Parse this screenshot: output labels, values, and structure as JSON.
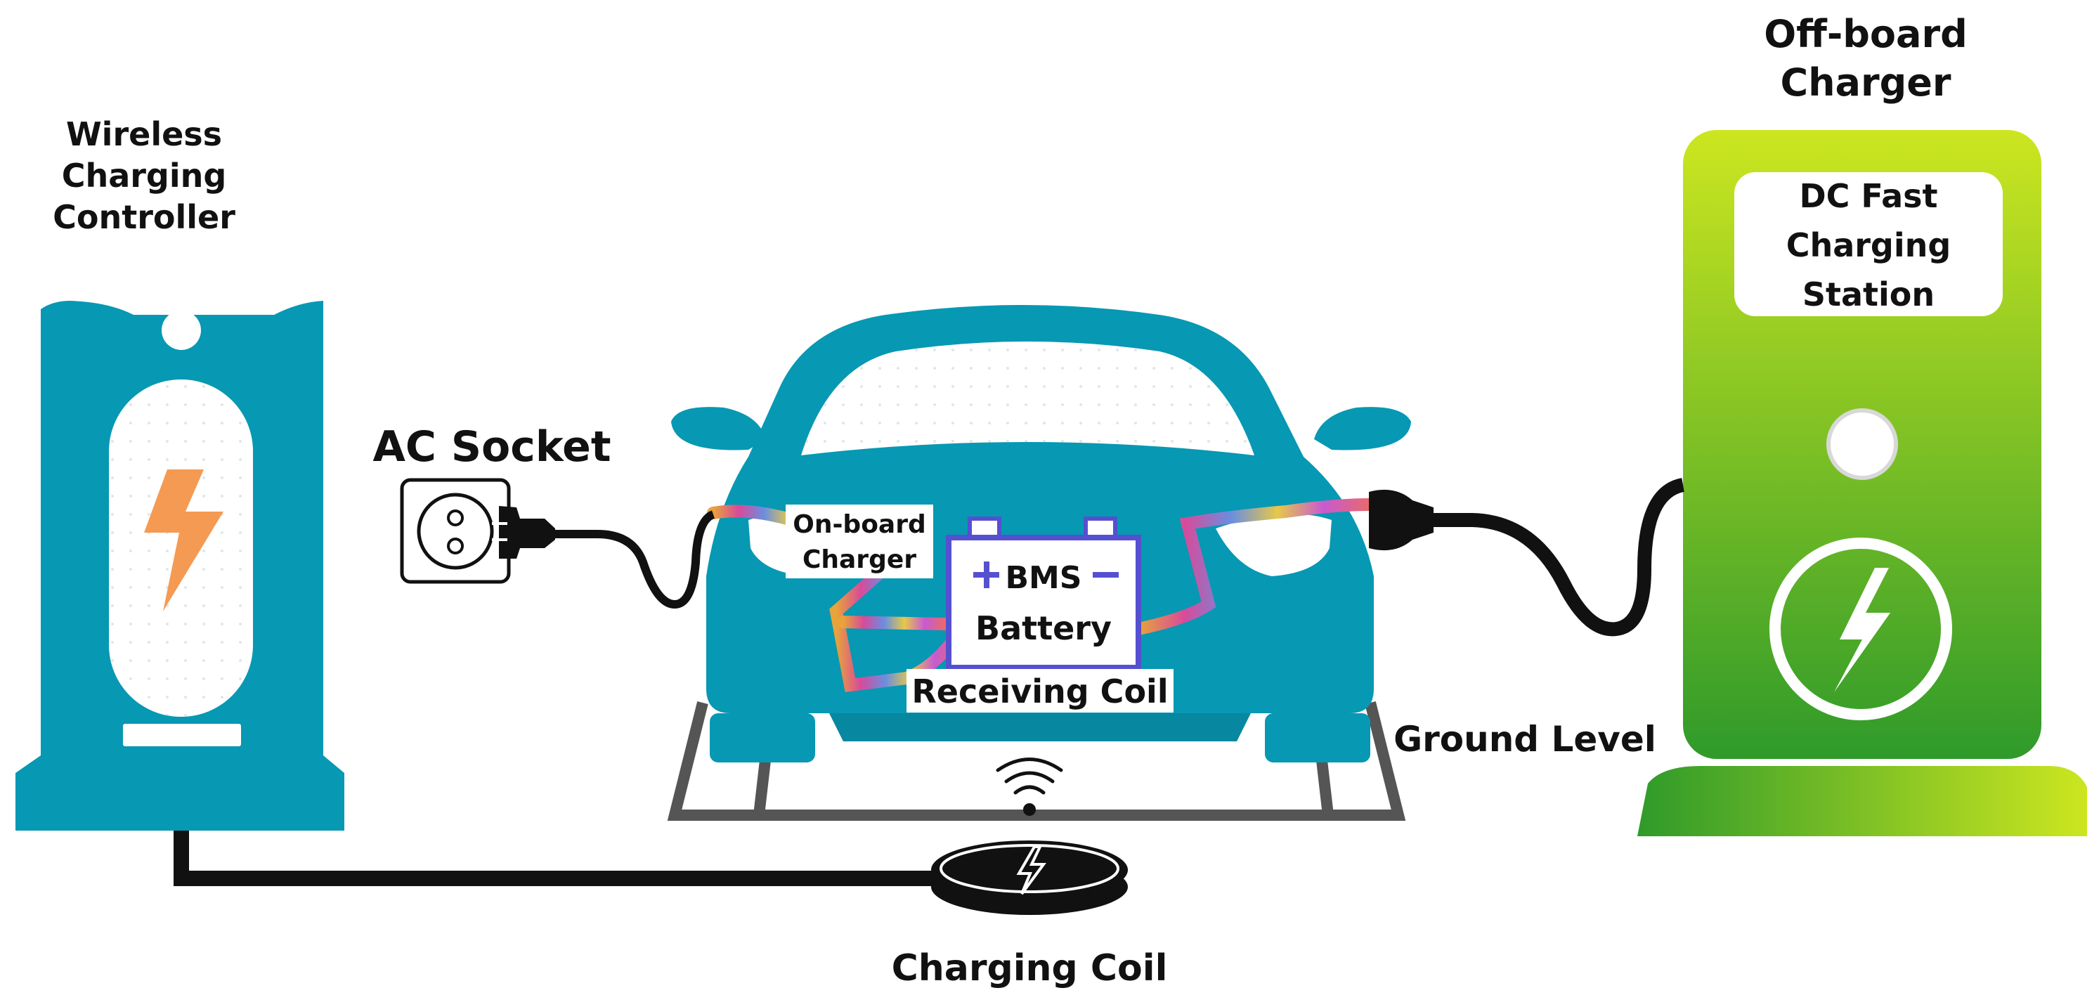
{
  "labels": {
    "wireless_controller": "Wireless\nCharging\nController",
    "offboard_charger": "Off-board\nCharger",
    "dc_fast_station": "DC Fast\nCharging\nStation",
    "ac_socket": "AC Socket",
    "onboard_charger": "On-board\nCharger",
    "bms": "BMS",
    "battery": "Battery",
    "receiving_coil": "Receiving Coil",
    "ground_level": "Ground Level",
    "charging_coil": "Charging Coil"
  },
  "colors": {
    "teal": "#0798b3",
    "teal_dark": "#0787a0",
    "lightning_orange": "#f59a52",
    "green_top": "#cce620",
    "green_bottom": "#2f9a2a",
    "battery_outline": "#5550d0",
    "cable": "#111111",
    "ground_frame": "#555555"
  },
  "icons": [
    "lightning-icon",
    "power-plug-icon",
    "wifi-signal-icon",
    "battery-icon"
  ]
}
